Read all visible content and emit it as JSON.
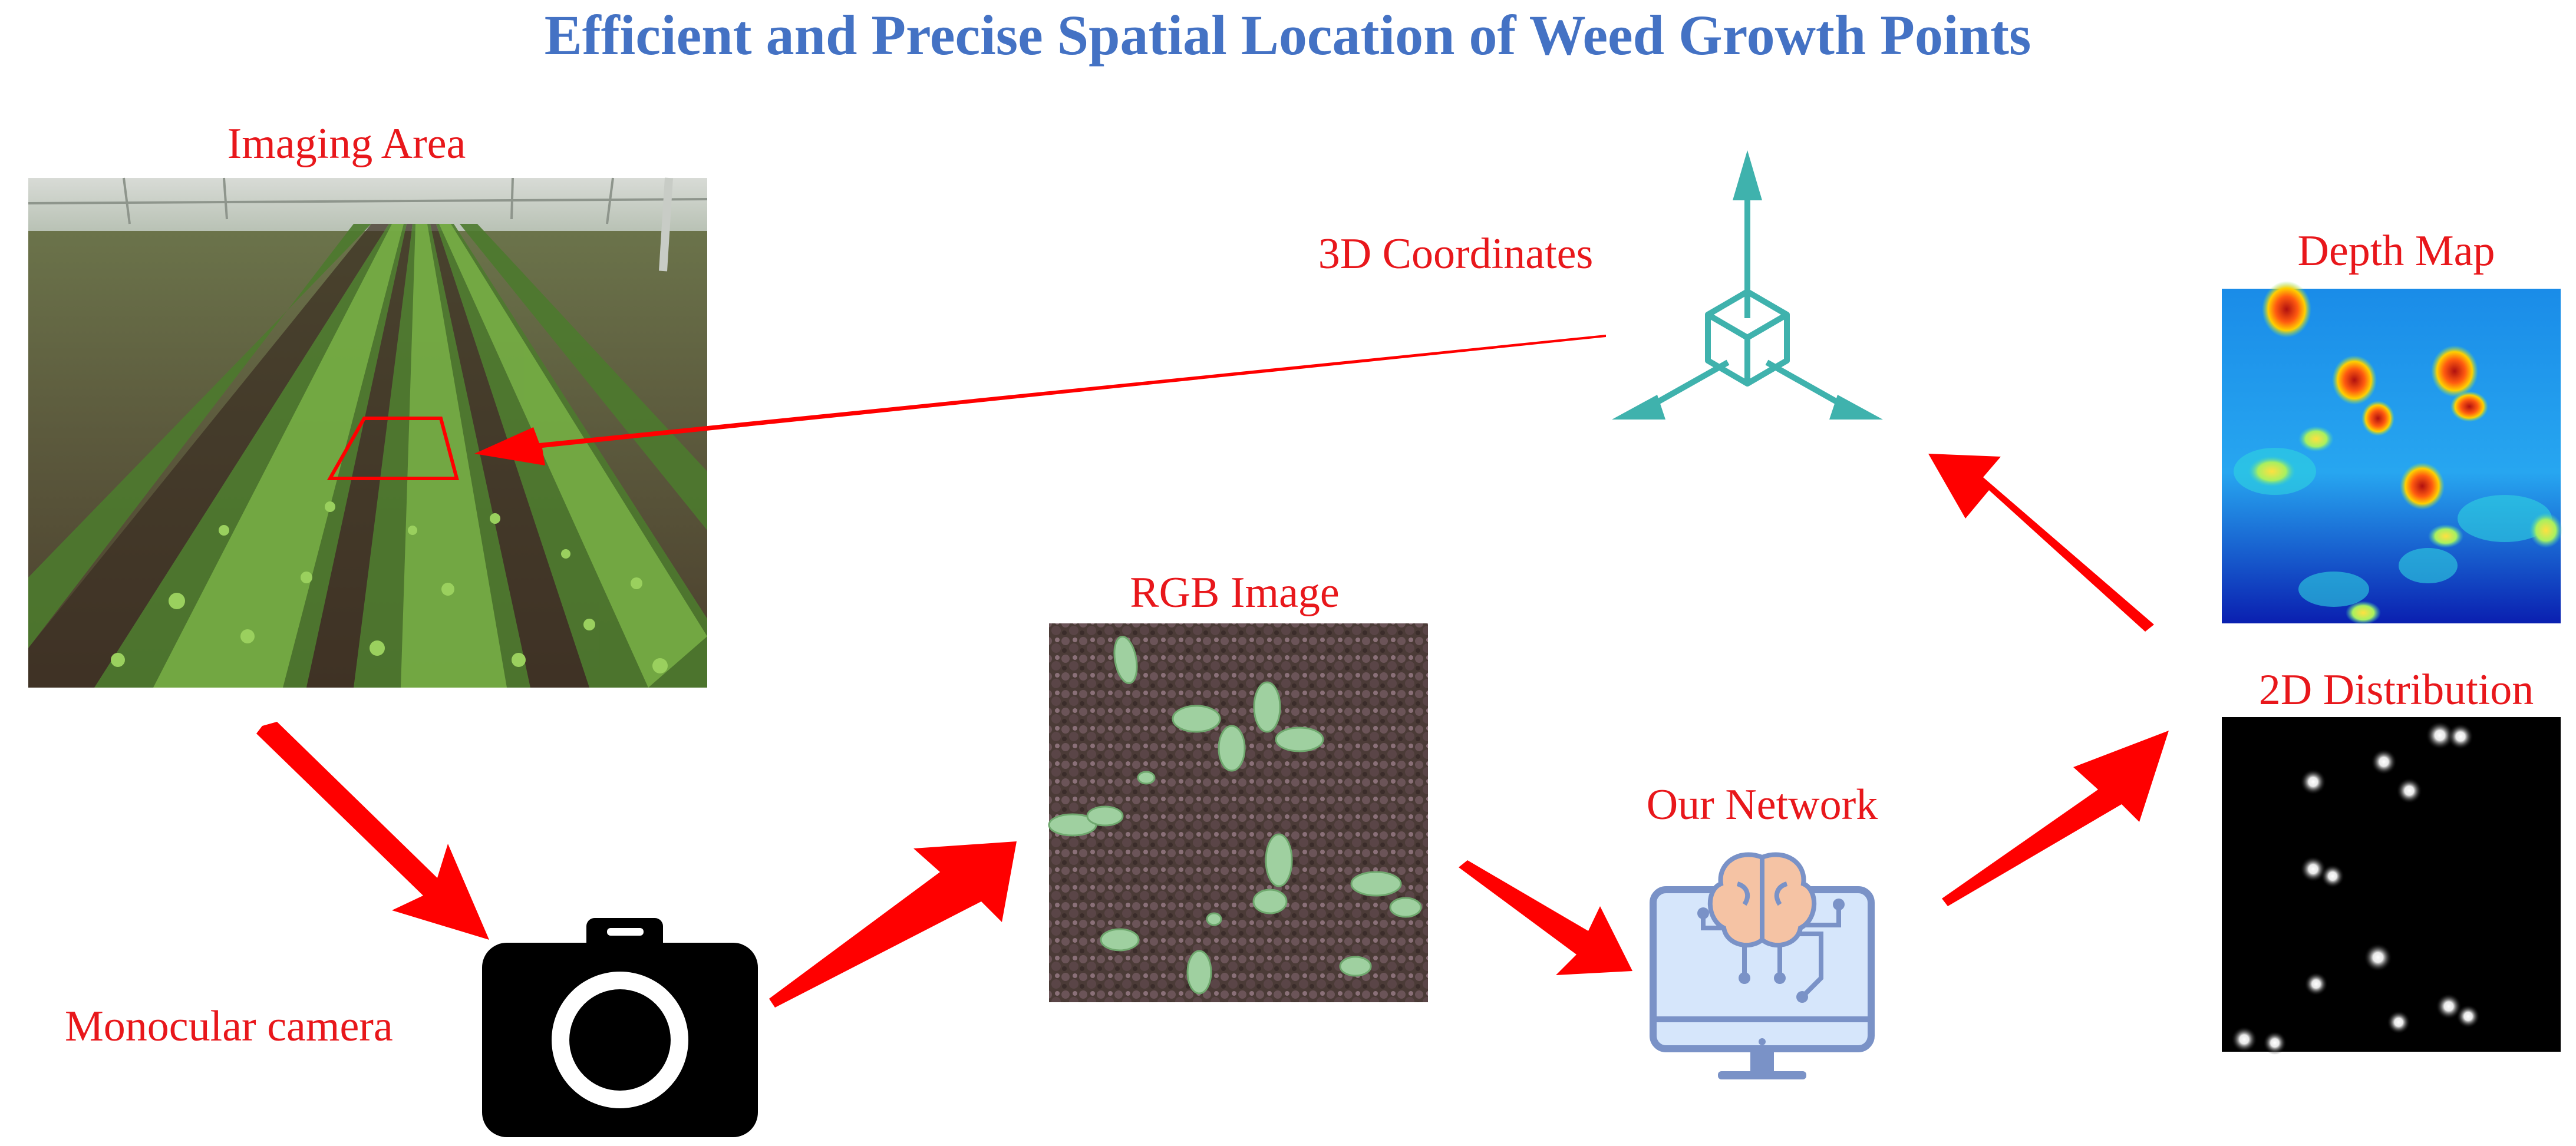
{
  "title": "Efficient and Precise Spatial Location of Weed Growth Points",
  "colors": {
    "title": "#4472c4",
    "label": "#e8171b",
    "arrow": "#ff0000",
    "axes": "#3fb2ad",
    "network_outline": "#7a92c7",
    "network_screen": "#d6e6fb",
    "brain": "#f5c3a4",
    "camera": "#000000"
  },
  "labels": {
    "imaging_area": "Imaging Area",
    "monocular_camera": "Monocular camera",
    "rgb_image": "RGB Image",
    "our_network": "Our Network",
    "coords_3d": "3D Coordinates",
    "depth_map": "Depth Map",
    "distribution_2d": "2D Distribution"
  },
  "icons": {
    "camera": "camera-icon",
    "axes": "3d-axes-icon",
    "network": "brain-monitor-icon"
  }
}
